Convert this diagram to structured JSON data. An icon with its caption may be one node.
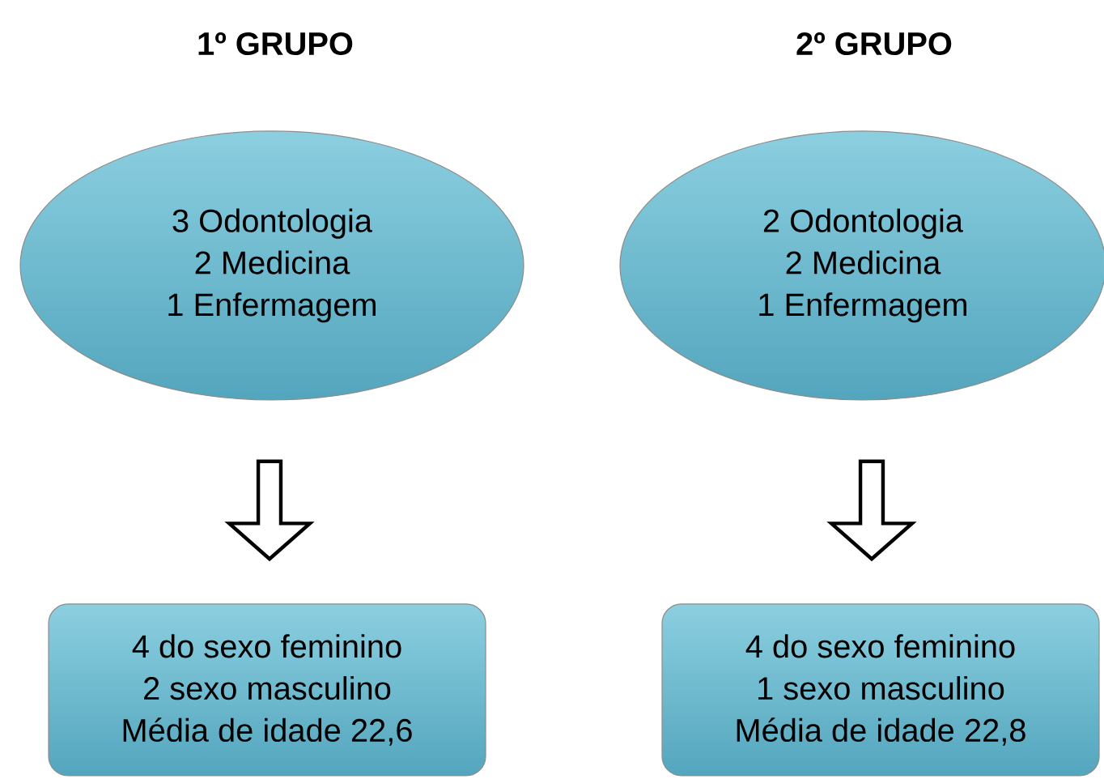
{
  "diagram": {
    "nodes": [
      {
        "text": [
          "3 Odontologia",
          "2 Medicina",
          "1 Enfermagem"
        ]
      },
      {
        "text": [
          "2 Odontologia",
          "2 Medicina",
          "1 Enfermagem"
        ]
      },
      {
        "text": [
          "4 do sexo feminino",
          "2 sexo masculino",
          "Média de idade 22,6"
        ]
      },
      {
        "text": [
          "4 do sexo feminino",
          "1 sexo masculino",
          "Média de idade 22,8"
        ]
      }
    ],
    "edges": [
      {
        "from": 0,
        "to": 2,
        "arrow": "to"
      },
      {
        "from": 1,
        "to": 3,
        "arrow": "to"
      }
    ],
    "labels": [
      "1º GRUPO",
      "2º GRUPO"
    ]
  }
}
